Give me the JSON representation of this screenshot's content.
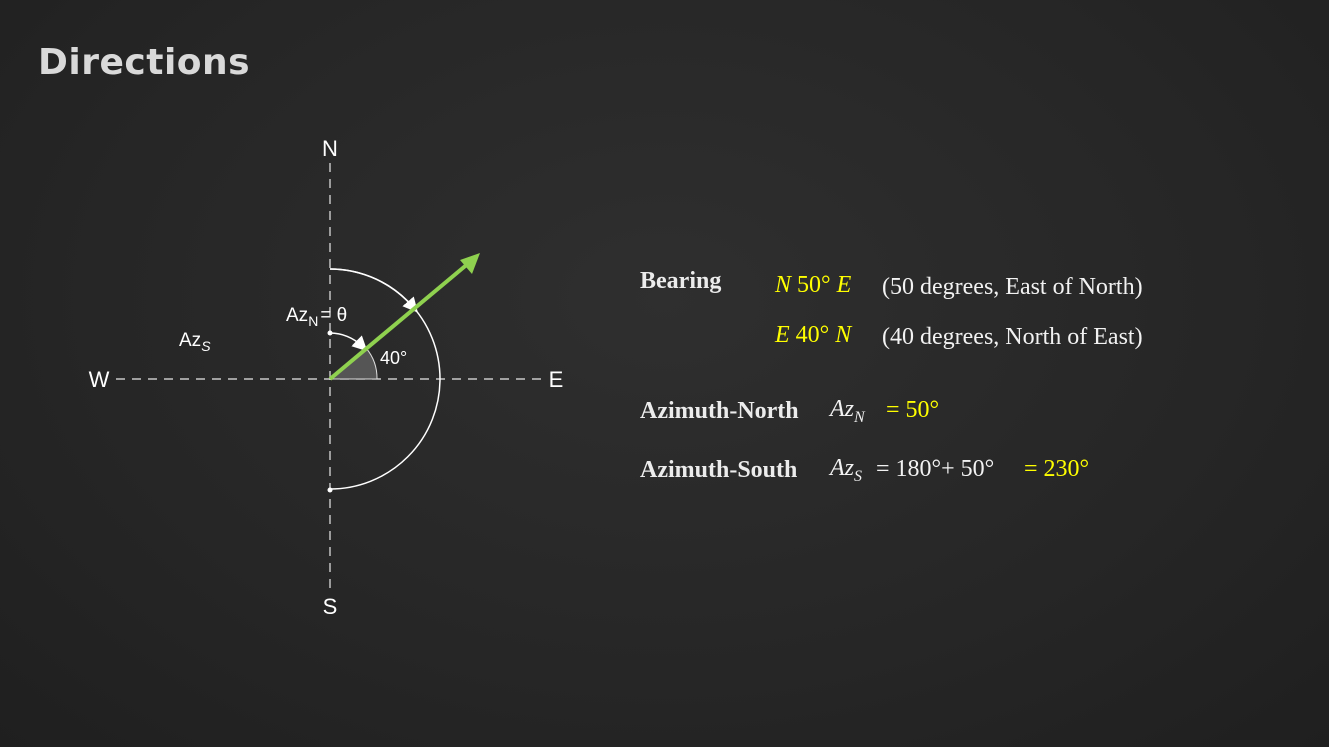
{
  "title": "Directions",
  "compass": {
    "north": "N",
    "south": "S",
    "east": "E",
    "west": "W",
    "az_north_main": "Az",
    "az_north_sub": "N",
    "az_north_eq": "= θ",
    "az_south_main": "Az",
    "az_south_sub": "S",
    "angle_label": "40°"
  },
  "bearing": {
    "label": "Bearing",
    "notation1_a": "N",
    "notation1_b": "50°",
    "notation1_c": "E",
    "desc1": "(50 degrees, East of North)",
    "notation2_a": "E",
    "notation2_b": "40°",
    "notation2_c": "N",
    "desc2": "(40 degrees, North of East)"
  },
  "azimuth_north": {
    "label": "Azimuth-North",
    "sym": "Az",
    "sub": "N",
    "result": "= 50°"
  },
  "azimuth_south": {
    "label": "Azimuth-South",
    "sym": "Az",
    "sub": "S",
    "expr": "= 180°+ 50°",
    "result": "= 230°"
  },
  "colors": {
    "arrow": "#8fd14f",
    "highlight": "#ffff00",
    "line": "#ffffff"
  }
}
